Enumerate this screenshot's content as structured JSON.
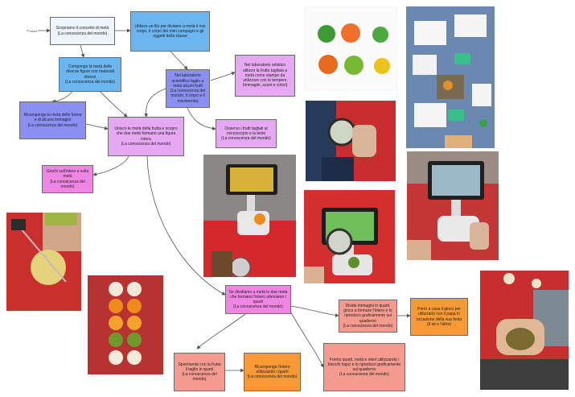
{
  "start_label": "Inizio",
  "nodes": {
    "n1": {
      "text": "Scopriamo il concetto di metà\n(La conoscenza del mondo)",
      "color": "#eef4fb"
    },
    "n2": {
      "text": "Utilizzo un filo per dividere a metà il mio corpo, il corpo dei miei compagni e gli oggetti della classe",
      "color": "#6bb6f0"
    },
    "n3": {
      "text": "Compongo la metà delle diverse figure con materiali diversi\n(La conoscenza del mondo)",
      "color": "#6bb6f0"
    },
    "n4": {
      "text": "Nel laboratorio scientifico taglio a metà alcuni frutti\n(La conoscenza del mondo; Il corpo e il movimento)",
      "color": "#8b8ff2"
    },
    "n5": {
      "text": "Nel laboratorio artistico utilizzo la frutta tagliata a metà come stampo da utilizzare con le tempere\n(Immagini, suoni e colori)",
      "color": "#e6a8f2"
    },
    "n6": {
      "text": "Ricompongo le metà delle forme e di alcune immagini\n(La conoscenza del mondo)",
      "color": "#8b8ff2"
    },
    "n7": {
      "text": "Unisco le metà della frutta e scopro che due metà formano una figura intera\n(La conoscenza del mondo)",
      "color": "#e6a8f2"
    },
    "n8": {
      "text": "Osservo i frutti tagliati al microscopio e la lente\n(La conoscenza del mondo)",
      "color": "#e6a8f2"
    },
    "n9": {
      "text": "Giochi sull'intero e sulla metà\n(La conoscenza del mondo)",
      "color": "#ef86e3"
    },
    "n10": {
      "text": "Se dividiamo a metà le due metà che formano l'intero otteniamo i quarti\n(La conoscenza del mondo)",
      "color": "#ef86e3"
    },
    "n11": {
      "text": "Divido immagini in quarti, gioco a formare l'intero e lo riproduco graficamente sul quaderno\n(La conoscenza del mondo)",
      "color": "#f59a8e"
    },
    "n12": {
      "text": "Porto a casa il gioco per utilizzarlo con il papà in occasione della sua festa\n(Il sé e l'altro)",
      "color": "#f79a36"
    },
    "n13": {
      "text": "Sperimento con la frutta il taglio in quarti\n(La conoscenza del mondo)",
      "color": "#f59a8e"
    },
    "n14": {
      "text": "Ricompongo l'intero utilizzando i quarti\n(La conoscenza del mondo)",
      "color": "#f79a36"
    },
    "n15": {
      "text": "Formo quarti, metà e interi utilizzando i blocchi logici e lo riproduco graficamente sul quaderno\n(La conoscenza del mondo)",
      "color": "#f59a8e"
    }
  },
  "photos": {
    "p1": "fruit-print-paintings",
    "p2": "children-printing-at-table",
    "p3": "magnifying-glass-on-fruit",
    "p4": "digital-microscope-orange",
    "p5": "microscope-with-lens-kiwi",
    "p6": "microscope-tablet-close-up",
    "p7": "cutting-apple-in-half",
    "p8": "halved-fruits-arranged",
    "p9": "child-holding-kiwi-and-apple"
  }
}
